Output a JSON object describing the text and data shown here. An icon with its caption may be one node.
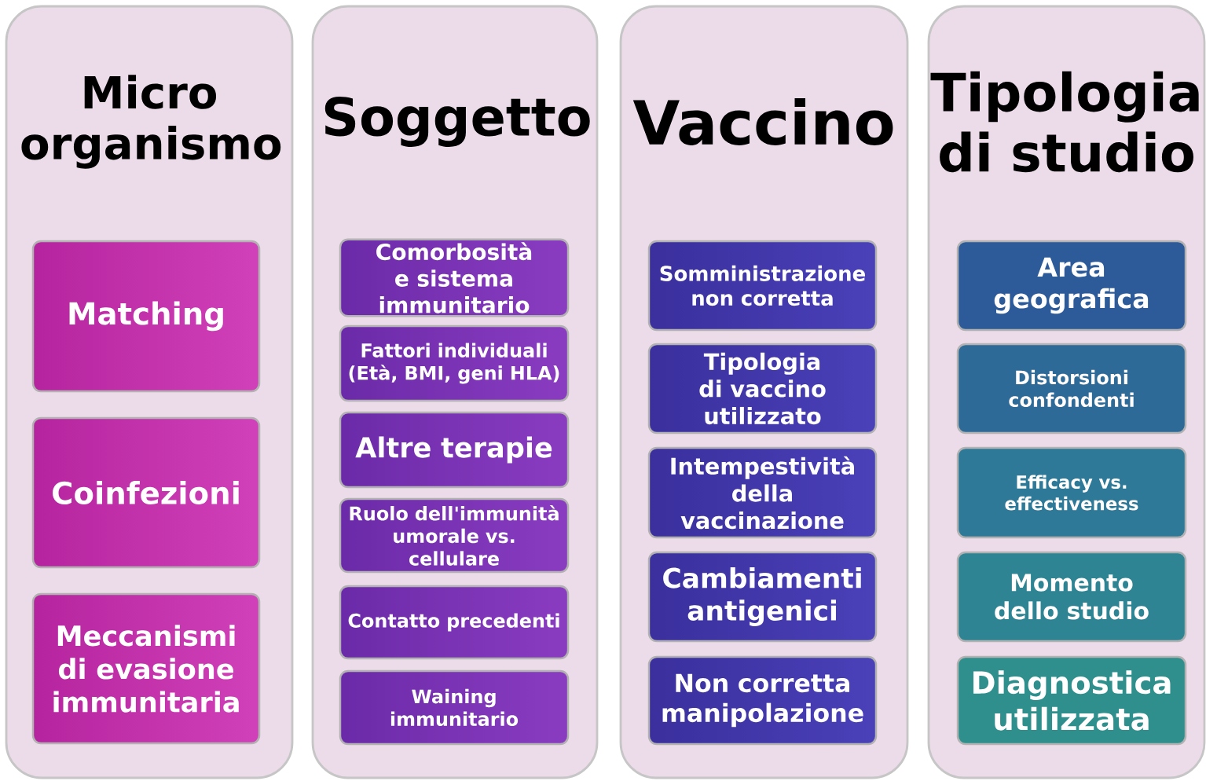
{
  "diagram": {
    "nodes": [
      {
        "text": [
          "Micro organismo"
        ]
      },
      {
        "text": [
          "Matching"
        ],
        "in": 0
      },
      {
        "text": [
          "Coinfezioni"
        ],
        "in": 0
      },
      {
        "text": [
          "Meccanismi di evasione immunitaria"
        ],
        "in": 0
      },
      {
        "text": [
          "Soggetto"
        ]
      },
      {
        "text": [
          "Comorbosità e sistema immunitario"
        ],
        "in": 4
      },
      {
        "text": [
          "Fattori individuali (Età, BMI, geni HLA)"
        ],
        "in": 4
      },
      {
        "text": [
          "Altre terapie"
        ],
        "in": 4
      },
      {
        "text": [
          "Ruolo dell'immunità umorale vs. cellulare"
        ],
        "in": 4
      },
      {
        "text": [
          "Contatto precedenti"
        ],
        "in": 4
      },
      {
        "text": [
          "Waining immunitario"
        ],
        "in": 4
      },
      {
        "text": [
          "Vaccino"
        ]
      },
      {
        "text": [
          "Somministrazione non corretta"
        ],
        "in": 11
      },
      {
        "text": [
          "Tipologia di vaccino utilizzato"
        ],
        "in": 11
      },
      {
        "text": [
          "Intempestività della vaccinazione"
        ],
        "in": 11
      },
      {
        "text": [
          "Cambiamenti antigenici"
        ],
        "in": 11
      },
      {
        "text": [
          "Non corretta manipolazione"
        ],
        "in": 11
      },
      {
        "text": [
          "Tipologia di studio"
        ]
      },
      {
        "text": [
          "Area geografica"
        ],
        "in": 17
      },
      {
        "text": [
          "Distorsioni confondenti"
        ],
        "in": 17
      },
      {
        "text": [
          "Efficacy vs. effectiveness"
        ],
        "in": 17
      },
      {
        "text": [
          "Momento dello studio"
        ],
        "in": 17
      },
      {
        "text": [
          "Diagnostica utilizzata"
        ],
        "in": 17
      }
    ]
  }
}
